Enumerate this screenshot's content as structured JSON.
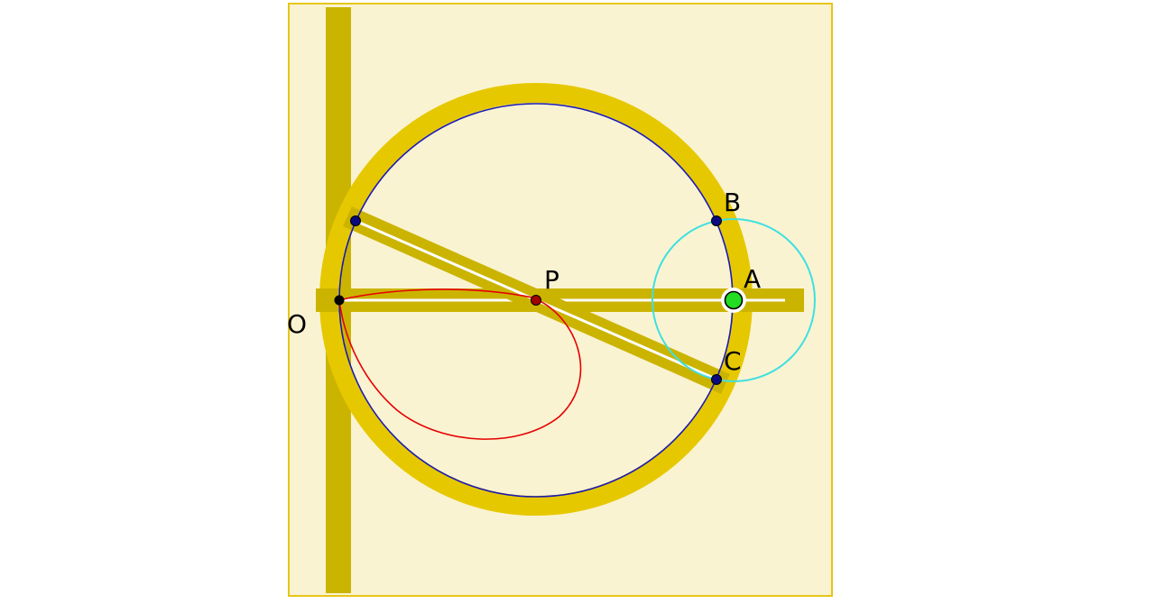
{
  "diagram": {
    "labels": {
      "O": "O",
      "P": "P",
      "A": "A",
      "B": "B",
      "C": "C"
    },
    "colors": {
      "panel_fill": "#faf3d2",
      "panel_border": "#e6c619",
      "rail_dark": "#cbb400",
      "ring_gold": "#e6c800",
      "slot_white": "#ffffff",
      "big_circle": "#1a1ab4",
      "small_circle": "#3fe0e0",
      "curve": "#e60000",
      "point_dark": "#0a0a80",
      "point_P": "#a00000",
      "point_A": "#22dd22",
      "point_O": "#000000"
    }
  }
}
